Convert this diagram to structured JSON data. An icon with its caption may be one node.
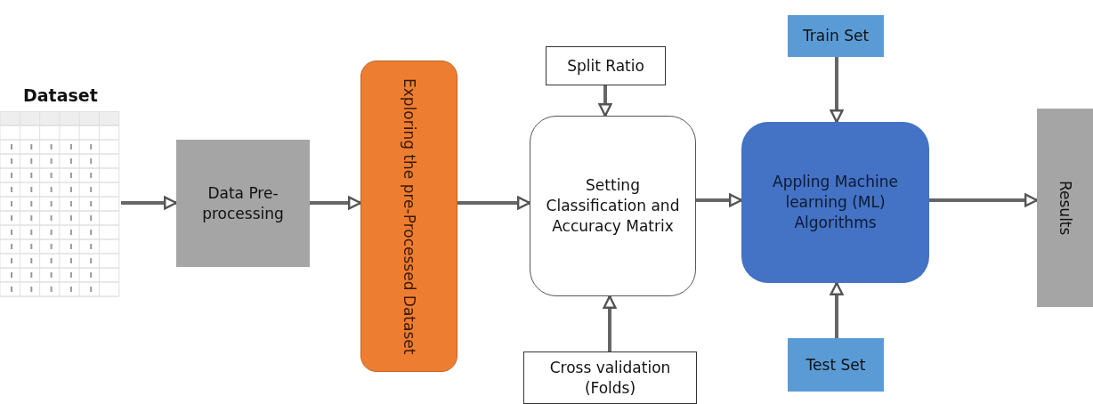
{
  "diagram": {
    "nodes": [
      {
        "text": [
          "Dataset"
        ]
      },
      {
        "text": [
          "Data Pre-processing"
        ]
      },
      {
        "text": [
          "Exploring the pre-Processed Dataset"
        ]
      },
      {
        "text": [
          "Split Ratio"
        ]
      },
      {
        "text": [
          "Setting Classification and Accuracy Matrix"
        ]
      },
      {
        "text": [
          "Cross validation (Folds)"
        ]
      },
      {
        "text": [
          "Train Set"
        ]
      },
      {
        "text": [
          "Appling Machine learning (ML) Algorithms"
        ]
      },
      {
        "text": [
          "Test Set"
        ]
      },
      {
        "text": [
          "Results"
        ]
      }
    ],
    "edges": [
      {
        "from": 0,
        "to": 1,
        "arrow": "to"
      },
      {
        "from": 1,
        "to": 2,
        "arrow": "to"
      },
      {
        "from": 2,
        "to": 4,
        "arrow": "to"
      },
      {
        "from": 3,
        "to": 4,
        "arrow": "to"
      },
      {
        "from": 5,
        "to": 4,
        "arrow": "to"
      },
      {
        "from": 4,
        "to": 7,
        "arrow": "to"
      },
      {
        "from": 6,
        "to": 7,
        "arrow": "to"
      },
      {
        "from": 8,
        "to": 7,
        "arrow": "to"
      },
      {
        "from": 7,
        "to": 9,
        "arrow": "to"
      }
    ]
  }
}
